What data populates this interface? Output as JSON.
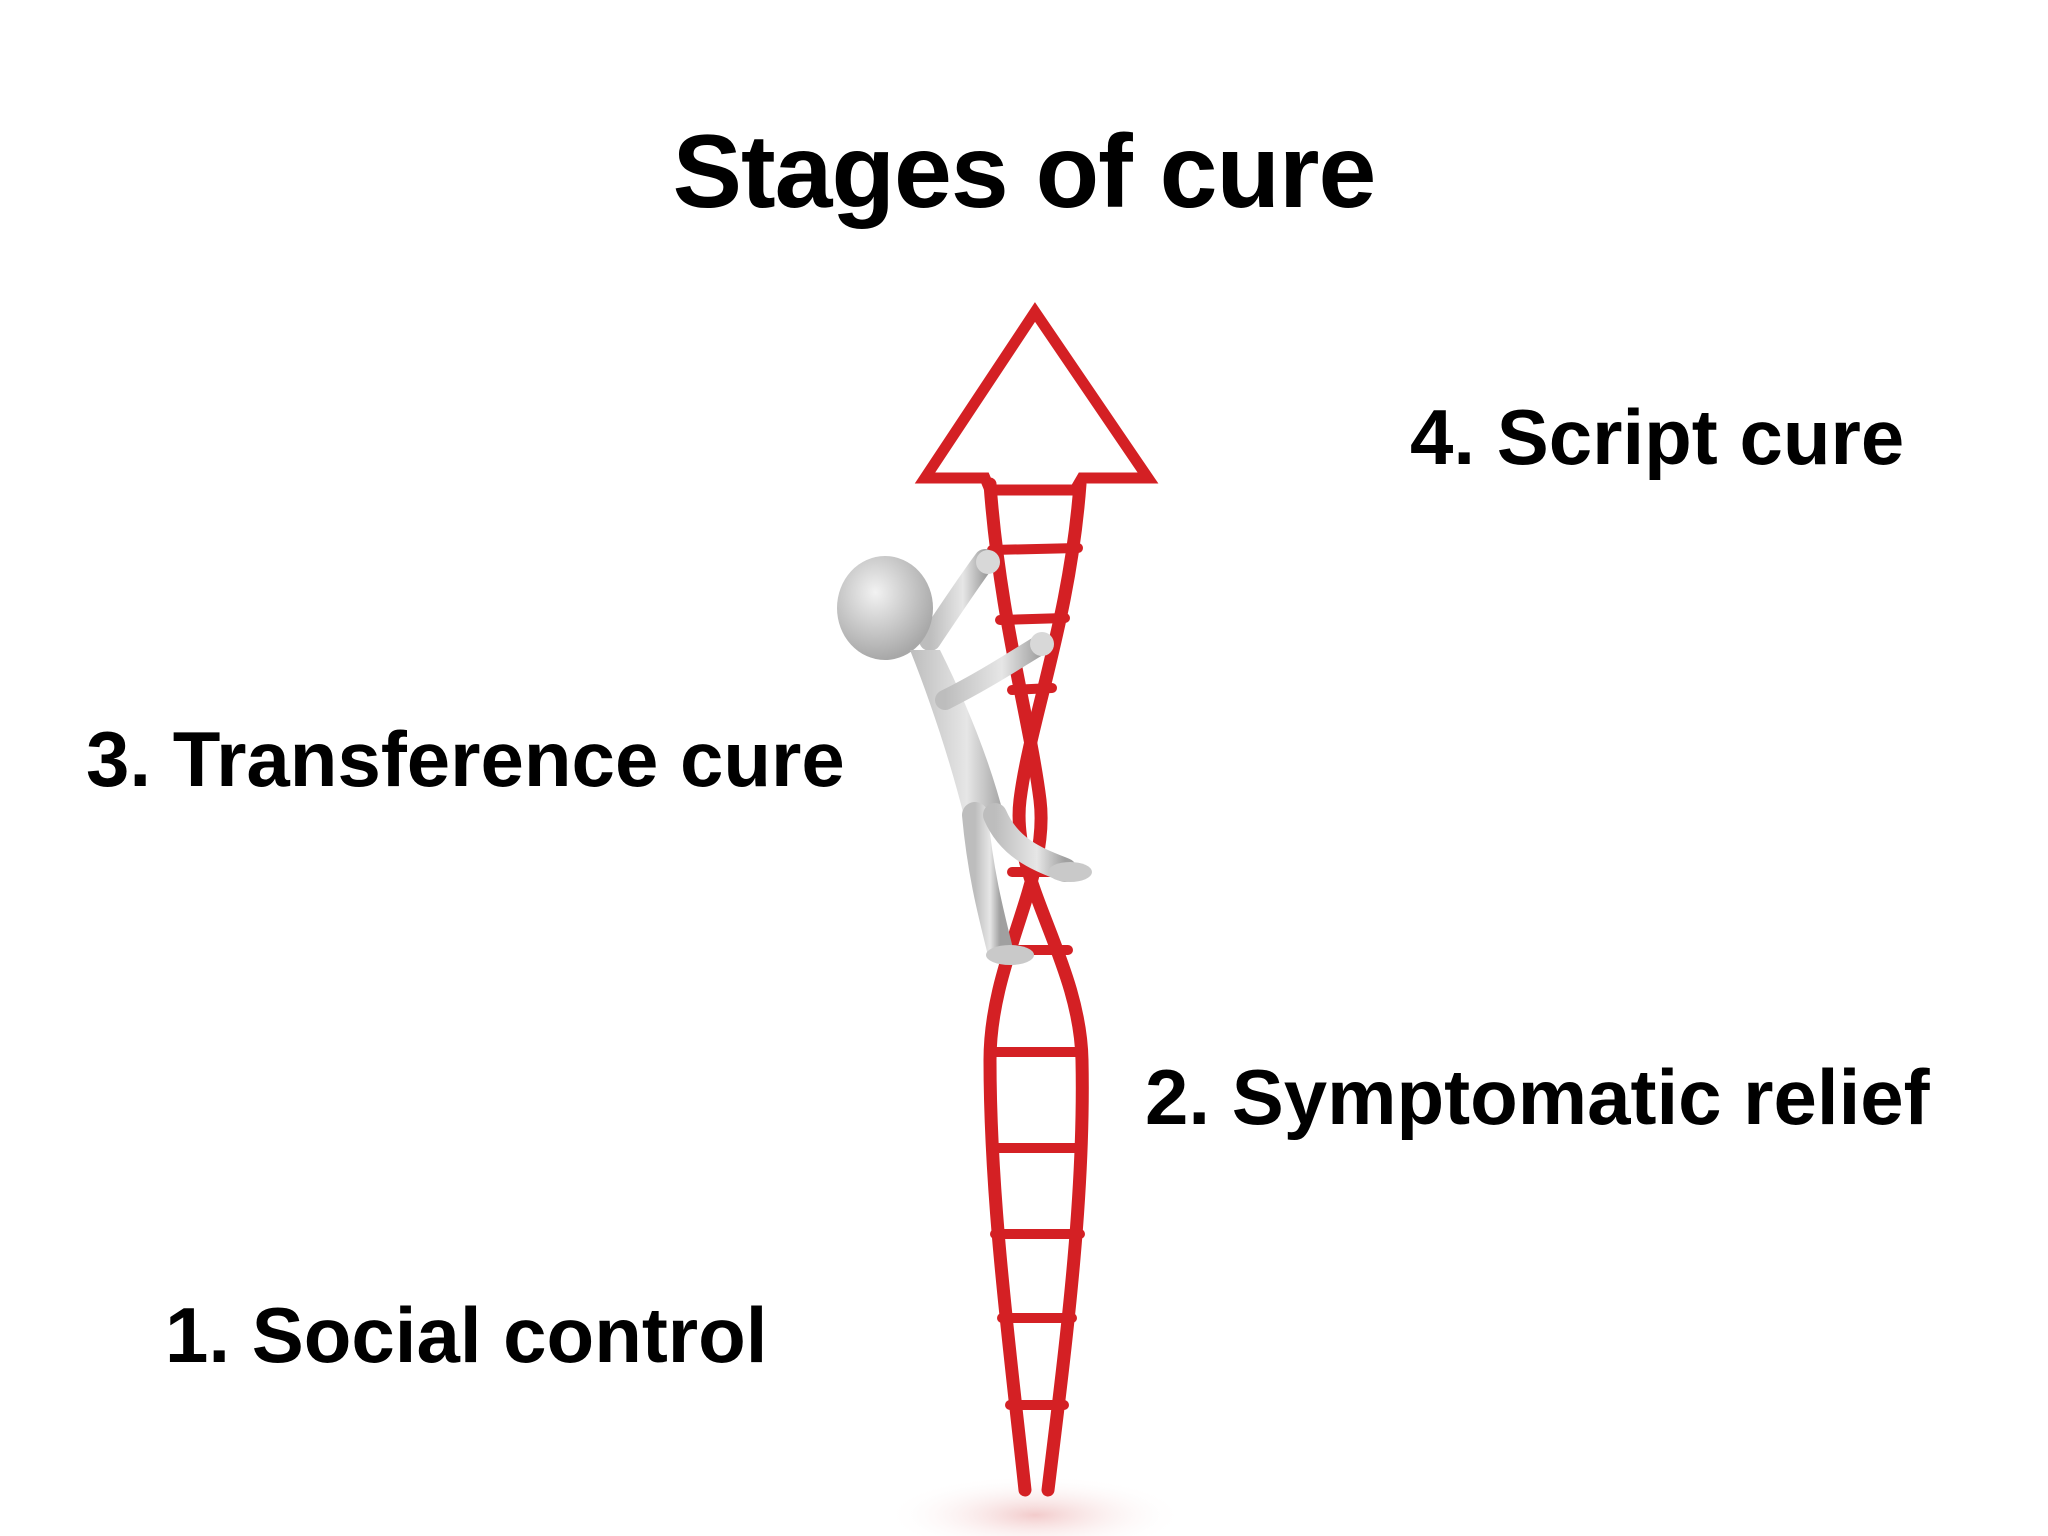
{
  "slide": {
    "title": "Stages of cure"
  },
  "stages": [
    {
      "label": "1. Social control"
    },
    {
      "label": "2. Symptomatic relief"
    },
    {
      "label": "3. Transference cure"
    },
    {
      "label": "4. Script cure"
    }
  ],
  "illustration": {
    "subject": "figure climbing ladder-arrow",
    "icon": "ladder-arrow-icon",
    "colors": {
      "ladder": "#d42024",
      "figure": "#d6d6d6",
      "figure_shadow": "#a9a9a9"
    }
  }
}
